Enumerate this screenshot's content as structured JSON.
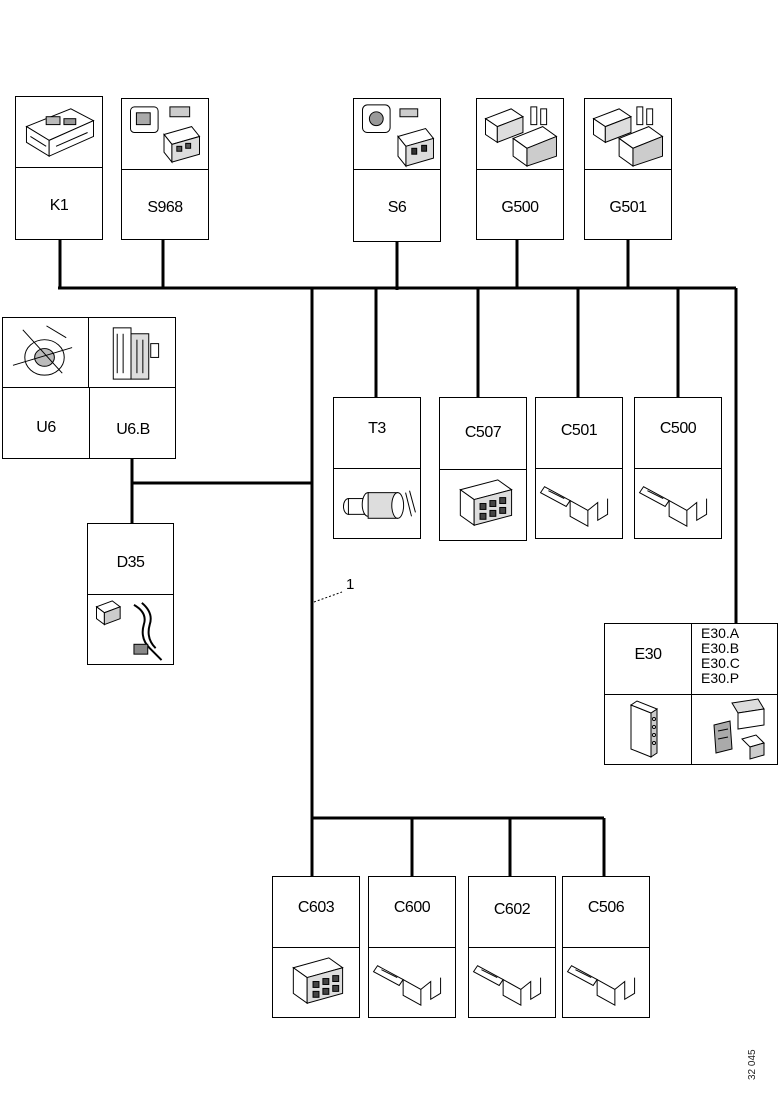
{
  "components": {
    "k1": "K1",
    "s968": "S968",
    "s6": "S6",
    "g500": "G500",
    "g501": "G501",
    "u6": "U6",
    "u6b": "U6.B",
    "t3": "T3",
    "c507": "C507",
    "c501": "C501",
    "c500": "C500",
    "d35": "D35",
    "e30": "E30",
    "e30_sub": [
      "E30.A",
      "E30.B",
      "E30.C",
      "E30.P"
    ],
    "c603": "C603",
    "c600": "C600",
    "c602": "C602",
    "c506": "C506"
  },
  "wire_label": "1",
  "document_id": "32 045"
}
